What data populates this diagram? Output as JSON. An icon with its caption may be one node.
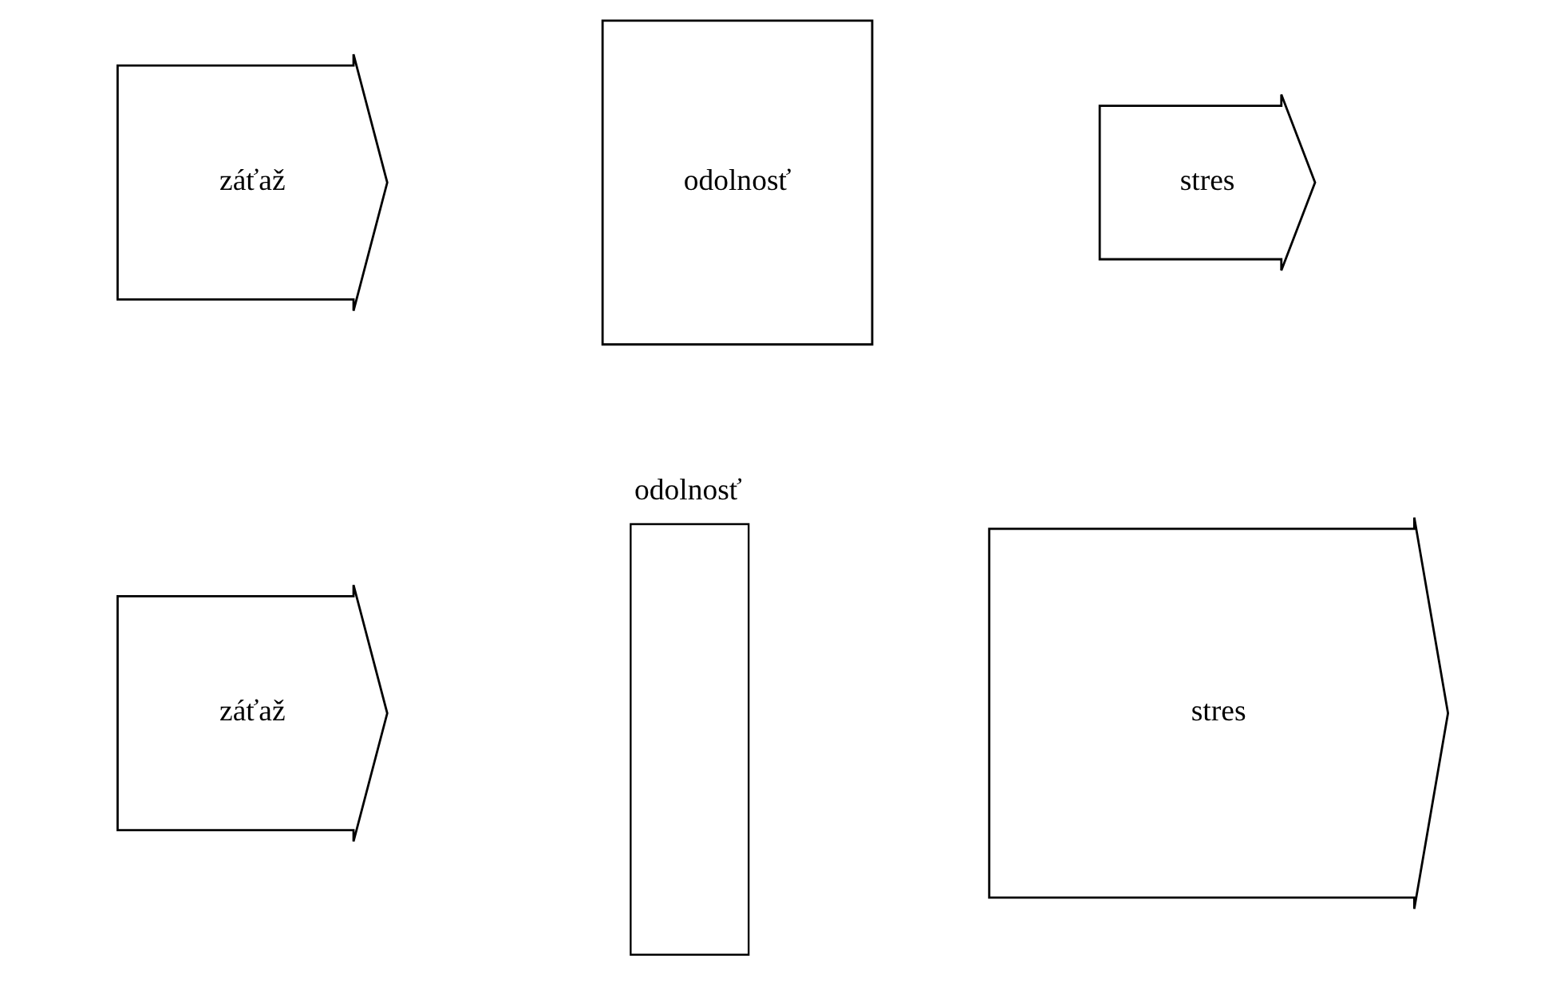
{
  "diagram": {
    "nodes": [
      {
        "text": [
          "záťaž"
        ]
      },
      {
        "text": [
          "odolnosť"
        ]
      },
      {
        "text": [
          "stres"
        ]
      },
      {
        "text": [
          "záťaž"
        ]
      },
      {
        "text": [
          "odolnosť"
        ]
      },
      {
        "text": [
          "stres"
        ]
      }
    ]
  }
}
